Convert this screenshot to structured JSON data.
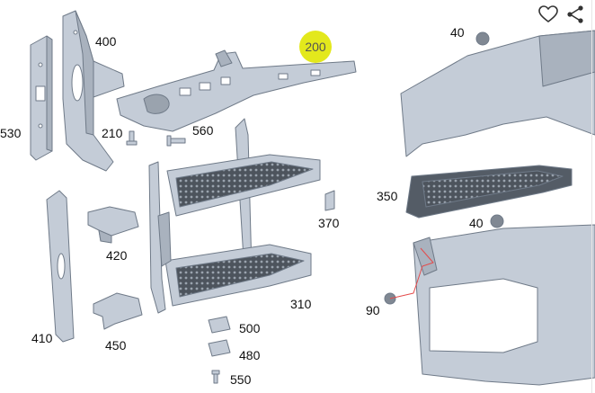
{
  "toolbar": {
    "favorite_icon": "heart-outline-icon",
    "share_icon": "share-icon"
  },
  "highlight": {
    "label": "200",
    "color": "#e3e81c"
  },
  "colors": {
    "part_fill": "#c4ccd7",
    "part_stroke": "#6f7a88",
    "part_dark": "#545c66"
  },
  "labels": {
    "l530": "530",
    "l400": "400",
    "l200": "200",
    "l210": "210",
    "l560": "560",
    "l370": "370",
    "l420": "420",
    "l410": "410",
    "l450": "450",
    "l500": "500",
    "l480": "480",
    "l550": "550",
    "l310": "310",
    "l40a": "40",
    "l350": "350",
    "l40b": "40",
    "l90": "90"
  }
}
